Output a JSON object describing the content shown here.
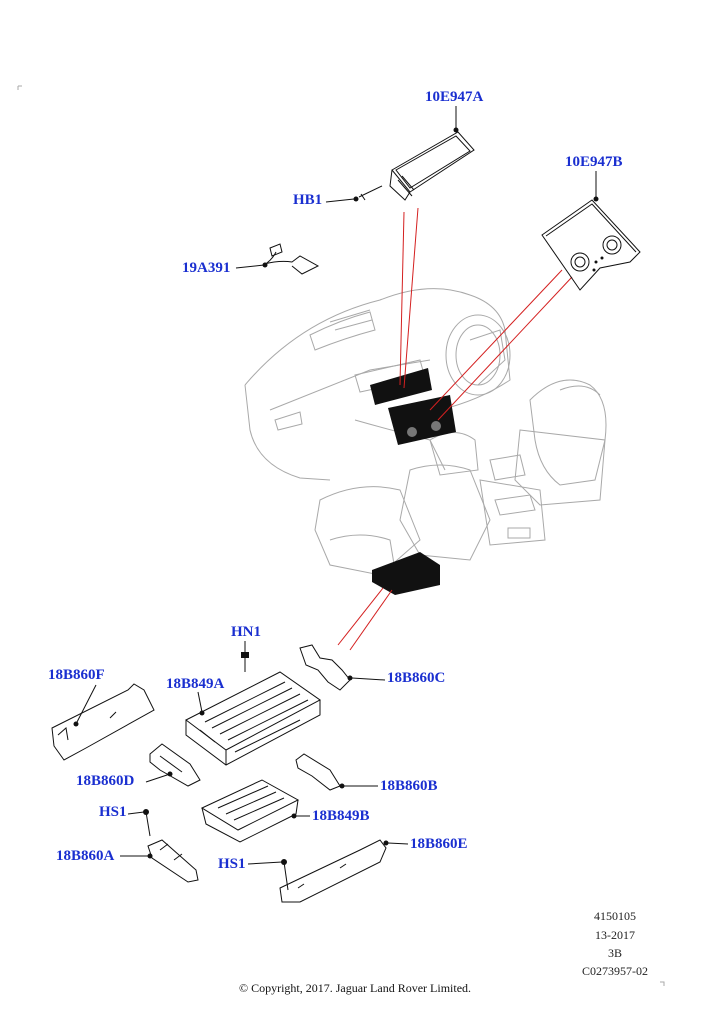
{
  "callouts": {
    "c10E947A": "10E947A",
    "c10E947B": "10E947B",
    "cHB1": "HB1",
    "c19A391": "19A391",
    "cHN1": "HN1",
    "c18B860F": "18B860F",
    "c18B849A": "18B849A",
    "c18B860C": "18B860C",
    "c18B860D": "18B860D",
    "c18B860B": "18B860B",
    "cHS1a": "HS1",
    "c18B849B": "18B849B",
    "c18B860A": "18B860A",
    "cHS1b": "HS1",
    "c18B860E": "18B860E"
  },
  "meta": {
    "ref": "4150105",
    "date": "13-2017",
    "code": "3B",
    "doc": "C0273957-02"
  },
  "copyright": "© Copyright, 2017. Jaguar Land Rover Limited."
}
